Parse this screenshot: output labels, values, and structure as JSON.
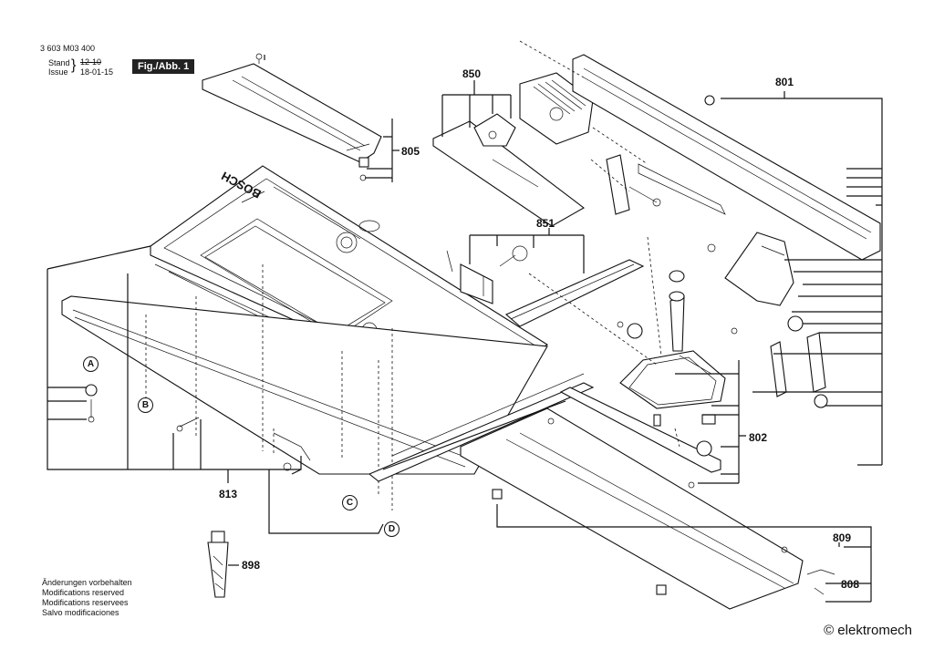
{
  "header": {
    "doc_number": "3 603 M03 400",
    "stand_label": "Stand",
    "issue_label": "Issue",
    "stand_value": "12-10",
    "issue_value": "18-01-15",
    "fig_label": "Fig./Abb. 1"
  },
  "callouts": [
    "805",
    "850",
    "801",
    "851",
    "802",
    "813",
    "809",
    "808",
    "898"
  ],
  "circle_labels": [
    "A",
    "B",
    "C",
    "D"
  ],
  "tabletop_brand": "BOSCH",
  "notes": [
    "Änderungen vorbehalten",
    "Modifications reserved",
    "Modifications reservees",
    "Salvo modificaciones"
  ],
  "copyright": "© elektromech"
}
